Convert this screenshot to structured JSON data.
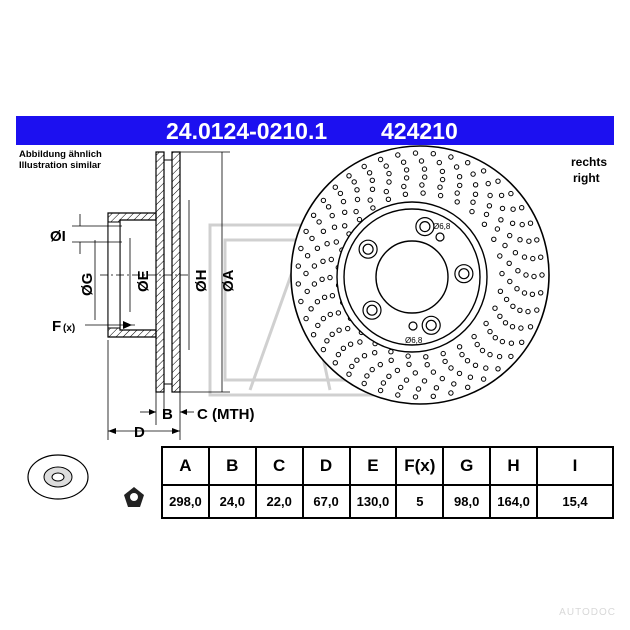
{
  "header": {
    "part_number": "24.0124-0210.1",
    "ref_number": "424210"
  },
  "notes": {
    "illustration_de": "Abbildung ähnlich",
    "illustration_en": "Illustration similar",
    "side_de": "rechts",
    "side_en": "right"
  },
  "drawing_labels": {
    "dim_I": "ØI",
    "dim_G": "ØG",
    "dim_E": "ØE",
    "dim_H": "ØH",
    "dim_A": "ØA",
    "dim_F": "F",
    "dim_F_sub": "(x)",
    "dim_B": "B",
    "dim_C": "C (MTH)",
    "dim_D": "D",
    "hole_top": "Ø6,8",
    "hole_bottom": "Ø6,8"
  },
  "spec_table": {
    "headers": [
      "A",
      "B",
      "C",
      "D",
      "E",
      "F(x)",
      "G",
      "H",
      "I"
    ],
    "values": [
      "298,0",
      "24,0",
      "22,0",
      "67,0",
      "130,0",
      "5",
      "98,0",
      "164,0",
      "15,4"
    ]
  },
  "watermark": "AUTODOC"
}
